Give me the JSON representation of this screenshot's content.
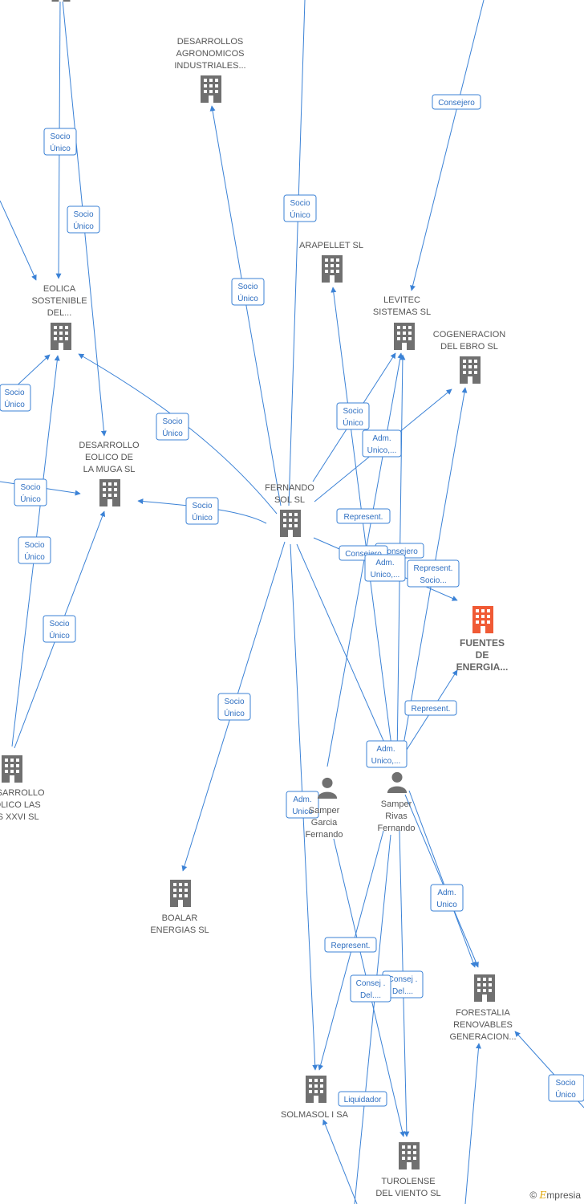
{
  "brand": {
    "copyright": "©",
    "name": "mpresia",
    "e_letter": "E"
  },
  "colors": {
    "edge": "#3b82d6",
    "building": "#707070",
    "highlight": "#f05a35",
    "person": "#707070"
  },
  "nodes": [
    {
      "id": "desarrollos-agronomicos",
      "kind": "company",
      "label": [
        "DESARROLLOS",
        "AGRONOMICOS",
        "INDUSTRIALES..."
      ]
    },
    {
      "id": "arapellet",
      "kind": "company",
      "label": [
        "ARAPELLET  SL"
      ]
    },
    {
      "id": "levitec",
      "kind": "company",
      "label": [
        "LEVITEC",
        "SISTEMAS  SL"
      ]
    },
    {
      "id": "cogeneracion-ebro",
      "kind": "company",
      "label": [
        "COGENERACION",
        "DEL EBRO  SL"
      ]
    },
    {
      "id": "eolica-sostenible",
      "kind": "company",
      "label": [
        "EOLICA",
        "SOSTENIBLE",
        "DEL..."
      ]
    },
    {
      "id": "desarrollo-muga",
      "kind": "company",
      "label": [
        "DESARROLLO",
        "EOLICO DE",
        "LA MUGA SL"
      ]
    },
    {
      "id": "fernando-sol",
      "kind": "company",
      "label": [
        "FERNANDO",
        "SOL SL"
      ]
    },
    {
      "id": "fuentes-energia",
      "kind": "focus",
      "label": [
        "FUENTES",
        "DE",
        "ENERGIA..."
      ]
    },
    {
      "id": "desarrollo-las",
      "kind": "company",
      "label": [
        "DESARROLLO",
        "EOLICO LAS",
        "...S XXVI  SL"
      ]
    },
    {
      "id": "samper-garcia",
      "kind": "person",
      "label": [
        "Samper",
        "Garcia",
        "Fernando"
      ]
    },
    {
      "id": "samper-rivas",
      "kind": "person",
      "label": [
        "Samper",
        "Rivas",
        "Fernando"
      ]
    },
    {
      "id": "boalar",
      "kind": "company",
      "label": [
        "BOALAR",
        "ENERGIAS  SL"
      ]
    },
    {
      "id": "forestalia",
      "kind": "company",
      "label": [
        "FORESTALIA",
        "RENOVABLES",
        "GENERACION..."
      ]
    },
    {
      "id": "solmasol",
      "kind": "company",
      "label": [
        "SOLMASOL I SA"
      ]
    },
    {
      "id": "turolense",
      "kind": "company",
      "label": [
        "TUROLENSE",
        "DEL VIENTO SL"
      ]
    },
    {
      "id": "top-left-company",
      "kind": "company",
      "label": []
    }
  ],
  "edge_labels": [
    [
      "Socio",
      "Único"
    ],
    [
      "Socio",
      "Único"
    ],
    [
      "Socio",
      "Único"
    ],
    [
      "Consejero"
    ],
    [
      "Socio",
      "Único"
    ],
    [
      "Socio",
      "Único"
    ],
    [
      "Socio",
      "Único"
    ],
    [
      "Socio",
      "Único"
    ],
    [
      "Adm.",
      "Unico,..."
    ],
    [
      "Socio",
      "Único"
    ],
    [
      "Socio",
      "Único"
    ],
    [
      "Represent."
    ],
    [
      "Consejero"
    ],
    [
      "Consejero"
    ],
    [
      "Adm.",
      "Unico,..."
    ],
    [
      "Represent.",
      "Socio..."
    ],
    [
      "Socio",
      "Único"
    ],
    [
      "Socio",
      "Único"
    ],
    [
      "Represent."
    ],
    [
      "Socio",
      "Único"
    ],
    [
      "Adm.",
      "Unico,..."
    ],
    [
      "Adm.",
      "Unico"
    ],
    [
      "Adm.",
      "Unico"
    ],
    [
      "Represent."
    ],
    [
      "Consej .",
      "Del...."
    ],
    [
      "Consej .",
      "Del...."
    ],
    [
      "Liquidador"
    ],
    [
      "Socio",
      "Único"
    ]
  ]
}
